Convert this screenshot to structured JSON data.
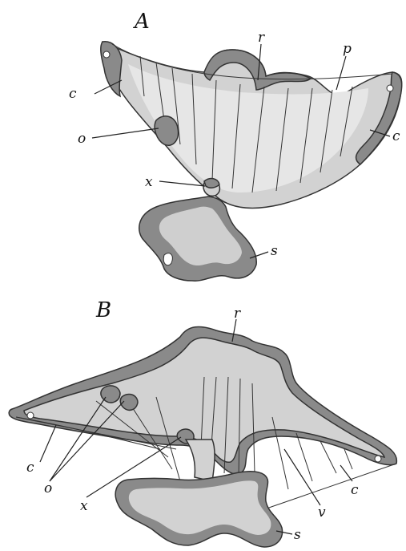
{
  "figure": {
    "panel_a": {
      "label": "A",
      "parts": {
        "c_left": "c",
        "r": "r",
        "p": "p",
        "c_right": "c",
        "o": "o",
        "x": "x",
        "s": "s"
      }
    },
    "panel_b": {
      "label": "B",
      "parts": {
        "r": "r",
        "c_left": "c",
        "o": "o",
        "x": "x",
        "c_right": "c",
        "v": "v",
        "s": "s"
      }
    }
  }
}
